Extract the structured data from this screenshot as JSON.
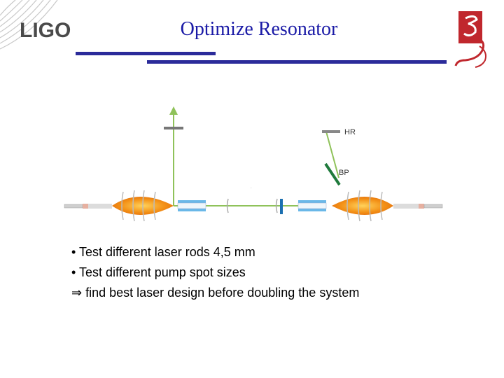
{
  "header": {
    "title": "Optimize Resonator",
    "ligo_logo_text": "LIGO"
  },
  "diagram": {
    "label_hr": "HR",
    "label_bp": "BP"
  },
  "bullets": [
    "• Test different laser rods 4,5 mm",
    "• Test different pump spot sizes",
    "⇒ find best laser design before doubling the system"
  ],
  "colors": {
    "title": "#1a1aa6",
    "rule": "#2b2b9a",
    "beam": "#8fc25a",
    "rod": "#f08a10",
    "seal": "#c0272d"
  }
}
